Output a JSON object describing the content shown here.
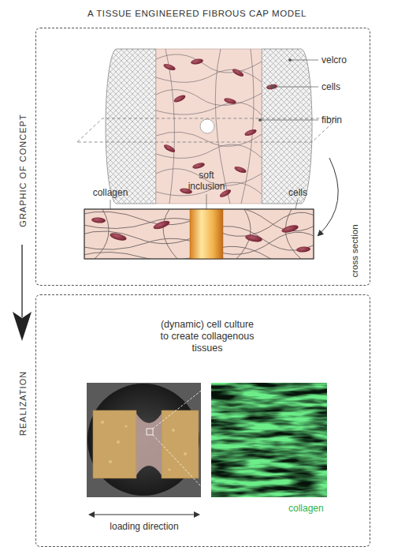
{
  "diagram": {
    "title": "A TISSUE ENGINEERED FIBROUS CAP MODEL",
    "nodes": [
      {
        "text": [
          "GRAPHIC OF CONCEPT"
        ]
      },
      {
        "text": [
          "REALIZATION",
          "(dynamic) cell culture to create collagenous tissues"
        ]
      }
    ],
    "edges": [
      {
        "from": 0,
        "to": 1,
        "arrow": "to"
      }
    ],
    "labels": [
      "velcro",
      "cells",
      "fibrin",
      "collagen",
      "soft inclusion",
      "cells",
      "cross section",
      "collagen",
      "loading direction"
    ]
  }
}
